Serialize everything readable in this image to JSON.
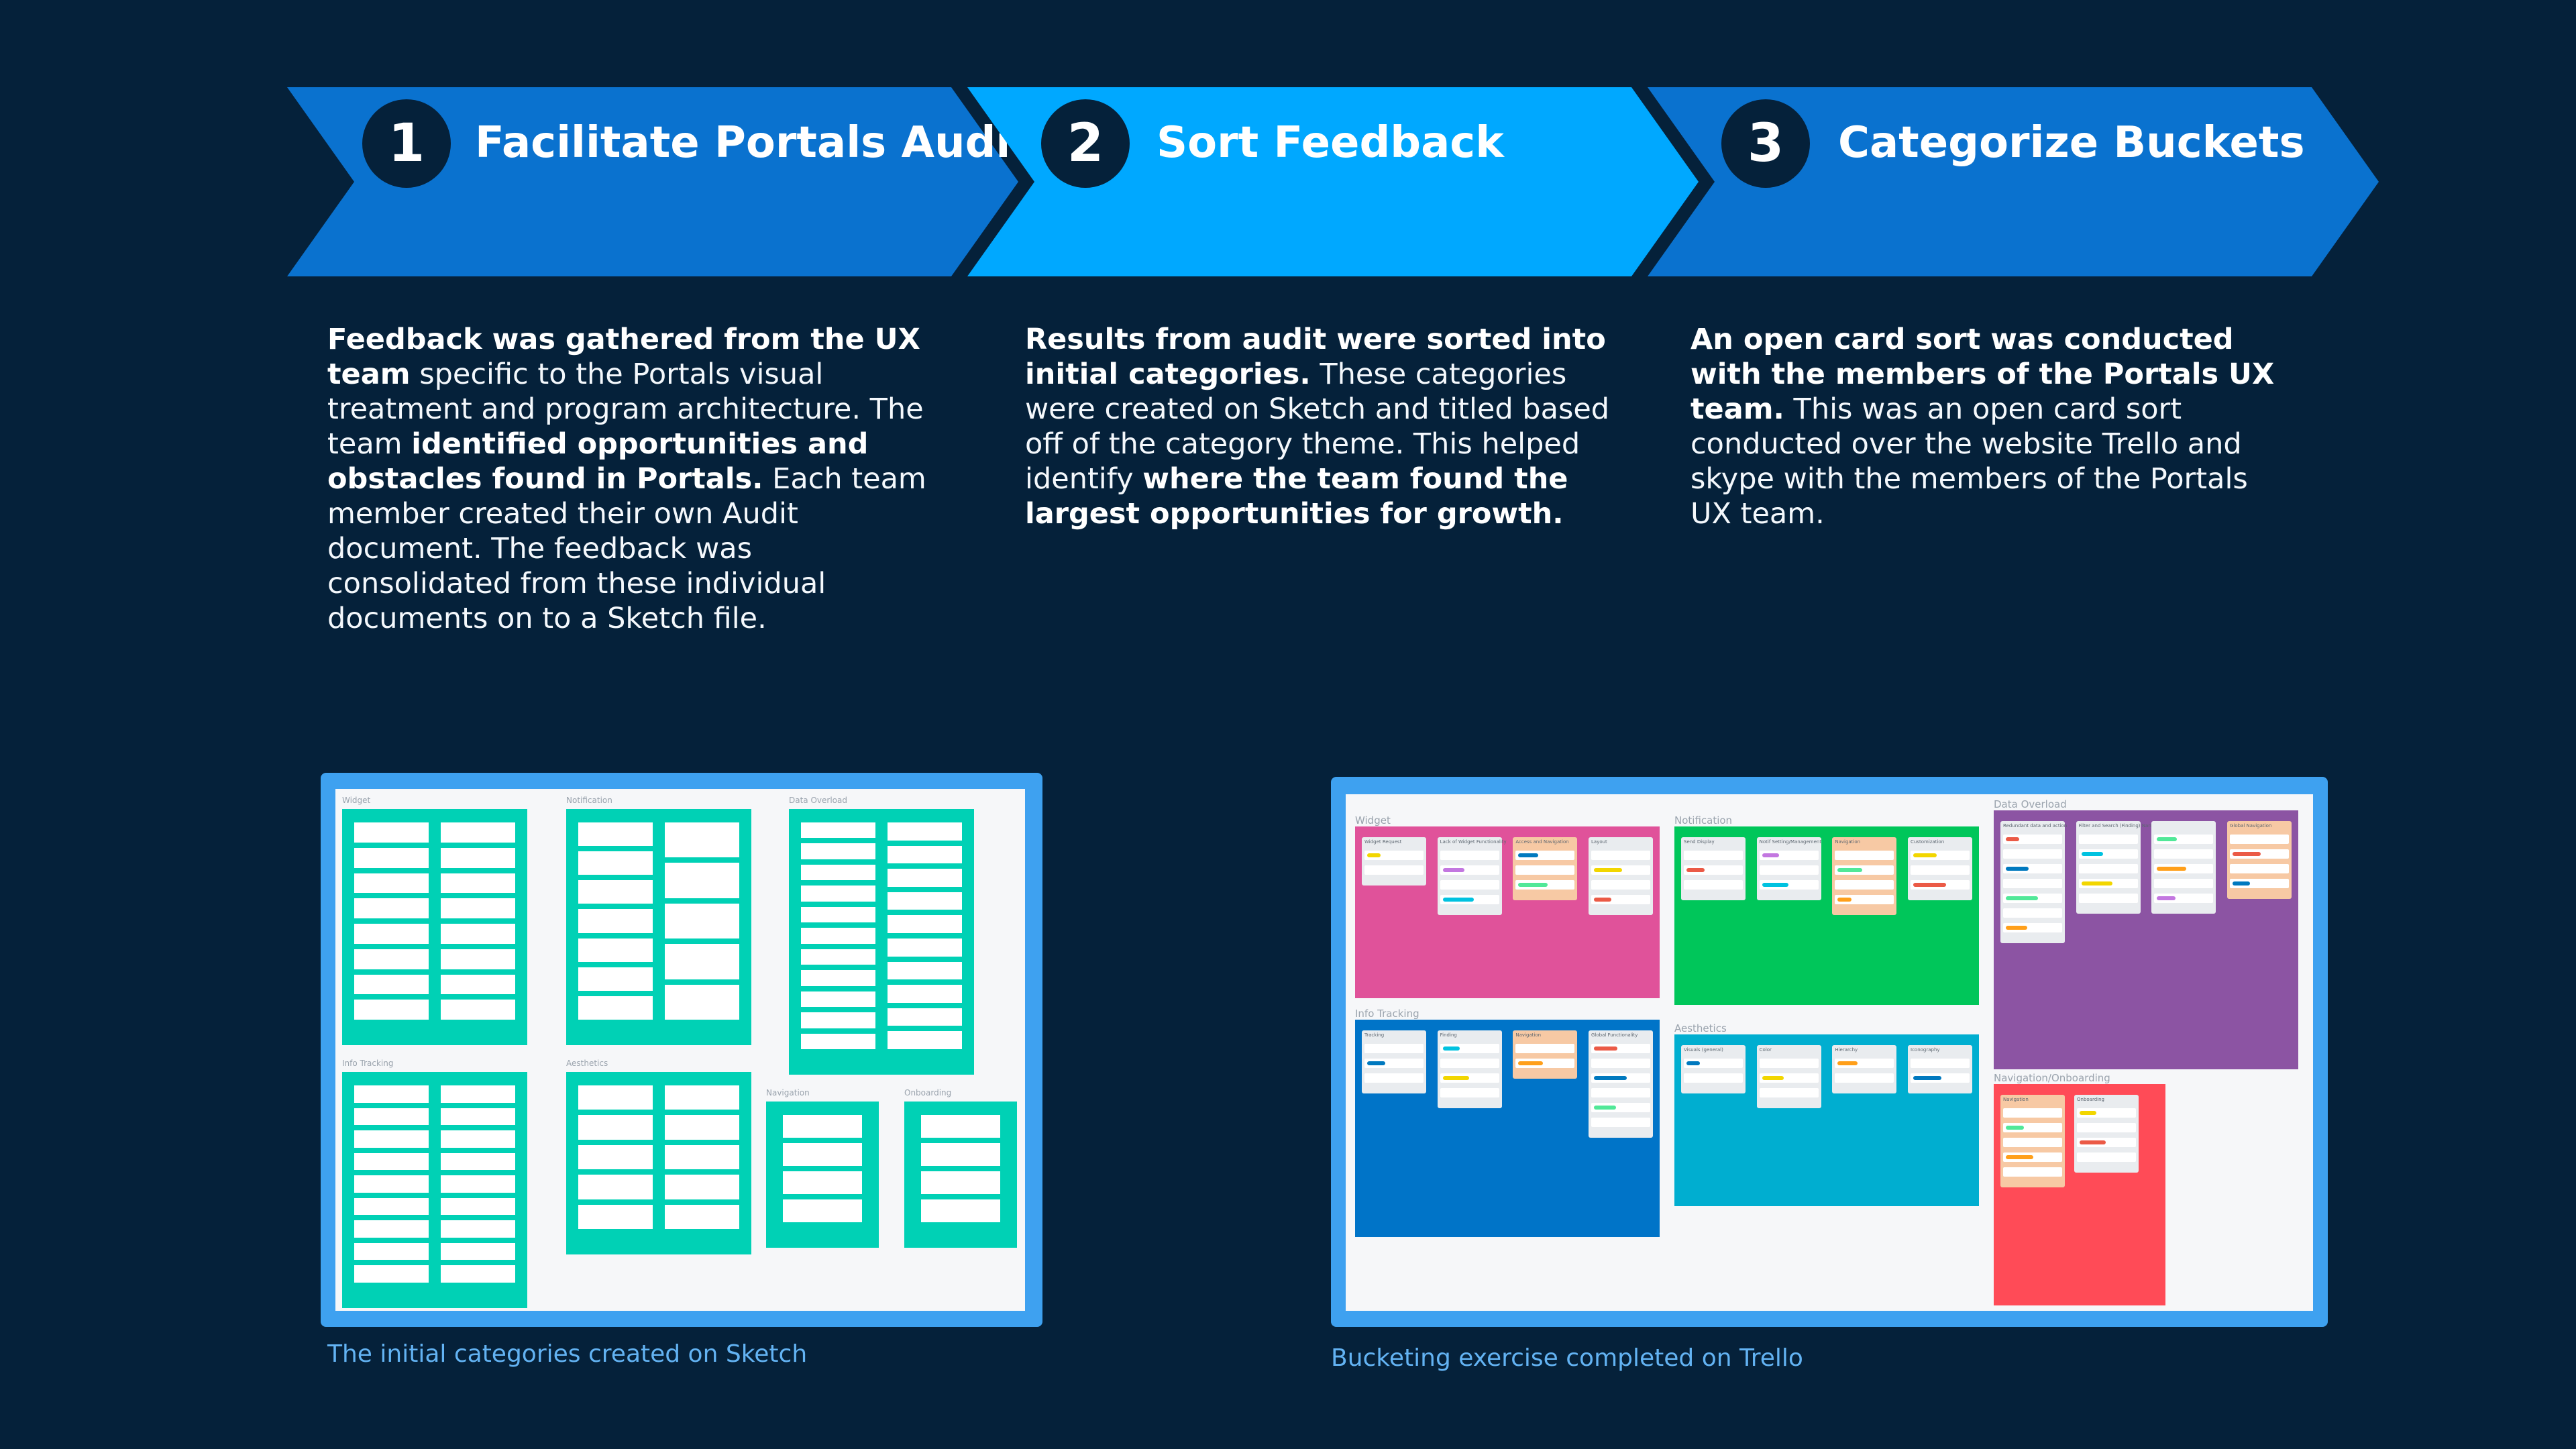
{
  "colors": {
    "background": "#05213a",
    "chevron_dark": "#0a72cf",
    "chevron_light": "#00a8ff",
    "frame": "#3ea1f0",
    "sketch_green": "#00d1b5",
    "caption": "#63b3f3"
  },
  "steps": [
    {
      "number": "1",
      "title": "Facilitate Portals Audit",
      "desc": [
        {
          "t": "Feedback was gathered from the UX team",
          "b": true
        },
        {
          "t": " specific to the Portals visual treatment and program architecture. The team ",
          "b": false
        },
        {
          "t": "identified opportunities and obstacles found in Portals.",
          "b": true
        },
        {
          "t": " Each team member created their own Audit document. The feedback was consolidated from these individual documents on to a Sketch file.",
          "b": false
        }
      ]
    },
    {
      "number": "2",
      "title": "Sort Feedback",
      "desc": [
        {
          "t": "Results from audit were sorted into initial categories.",
          "b": true
        },
        {
          "t": " These categories were created on Sketch and titled based off of the category theme. This helped identify ",
          "b": false
        },
        {
          "t": "where the team found the largest opportunities for growth.",
          "b": true
        }
      ]
    },
    {
      "number": "3",
      "title": "Categorize Buckets",
      "desc": [
        {
          "t": "An open card sort was conducted with the members of the Portals UX team.",
          "b": true
        },
        {
          "t": " This was an open card sort conducted over the website Trello and skype with the members of the Portals UX team.",
          "b": false
        }
      ]
    }
  ],
  "sketch": {
    "caption": "The initial categories created on Sketch",
    "groups": [
      {
        "label": "Widget",
        "cols": 2,
        "rows": [
          8,
          8
        ]
      },
      {
        "label": "Notification",
        "cols": 2,
        "rows": [
          7,
          5
        ]
      },
      {
        "label": "Data Overload",
        "cols": 2,
        "rows": [
          11,
          10
        ]
      },
      {
        "label": "Info Tracking",
        "cols": 2,
        "rows": [
          9,
          9
        ]
      },
      {
        "label": "Aesthetics",
        "cols": 2,
        "rows": [
          5,
          5
        ]
      },
      {
        "label": "Navigation",
        "cols": 1,
        "rows": [
          4
        ]
      },
      {
        "label": "Onboarding",
        "cols": 1,
        "rows": [
          4
        ]
      }
    ]
  },
  "trello": {
    "caption": "Bucketing exercise completed on Trello",
    "buckets": [
      {
        "label": "Widget",
        "color": "#e0529a",
        "lists": [
          {
            "name": "Widget Request",
            "n": 2,
            "hl": false
          },
          {
            "name": "Lack of Widget Functionality",
            "n": 4,
            "hl": false
          },
          {
            "name": "Access and Navigation",
            "n": 3,
            "hl": true
          },
          {
            "name": "Layout",
            "n": 4,
            "hl": false
          }
        ]
      },
      {
        "label": "Notification",
        "color": "#00c65a",
        "lists": [
          {
            "name": "Send Display",
            "n": 3,
            "hl": false
          },
          {
            "name": "Notif Setting/Management",
            "n": 3,
            "hl": false
          },
          {
            "name": "Navigation",
            "n": 4,
            "hl": true
          },
          {
            "name": "Customization",
            "n": 3,
            "hl": false
          }
        ]
      },
      {
        "label": "Data Overload",
        "color": "#8c54a3",
        "lists": [
          {
            "name": "Redundant data and action",
            "n": 7,
            "hl": false
          },
          {
            "name": "Filter and Search (Finding) Narrowing info",
            "n": 5,
            "hl": false
          },
          {
            "name": "",
            "n": 5,
            "hl": false
          },
          {
            "name": "Global Navigation",
            "n": 4,
            "hl": true
          }
        ]
      },
      {
        "label": "Info Tracking",
        "color": "#0074c8",
        "lists": [
          {
            "name": "Tracking",
            "n": 3,
            "hl": false
          },
          {
            "name": "Finding",
            "n": 4,
            "hl": false
          },
          {
            "name": "Navigation",
            "n": 2,
            "hl": true
          },
          {
            "name": "Global Functionality",
            "n": 6,
            "hl": false
          }
        ]
      },
      {
        "label": "Aesthetics",
        "color": "#00aed0",
        "lists": [
          {
            "name": "Visuals (general)",
            "n": 2,
            "hl": false
          },
          {
            "name": "Color",
            "n": 3,
            "hl": false
          },
          {
            "name": "Hierarchy",
            "n": 2,
            "hl": false
          },
          {
            "name": "Iconography",
            "n": 2,
            "hl": false
          }
        ]
      },
      {
        "label": "Navigation/Onboarding",
        "color": "#ff4b57",
        "lists": [
          {
            "name": "Navigation",
            "n": 5,
            "hl": true
          },
          {
            "name": "Onboarding",
            "n": 4,
            "hl": false
          }
        ]
      }
    ]
  }
}
